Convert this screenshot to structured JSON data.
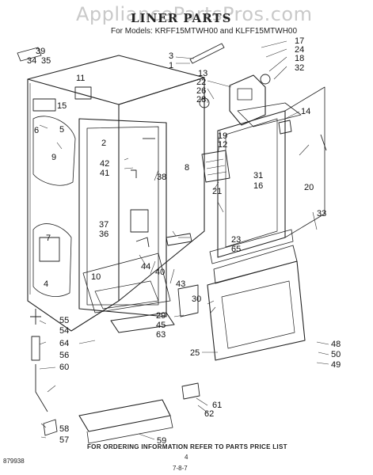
{
  "watermark": "AppliancePartsPros.com",
  "title": "LINER PARTS",
  "subtitle": "For Models: KRFF15MTWH00 and KLFF15MTWH00",
  "footer_note": "FOR ORDERING INFORMATION REFER TO PARTS PRICE LIST",
  "page_number": "4",
  "doc_code": "879938",
  "date_mark": "7-8-7",
  "callouts": [
    "39",
    "34",
    "35",
    "3",
    "1",
    "11",
    "13",
    "17",
    "24",
    "18",
    "32",
    "22",
    "26",
    "28",
    "15",
    "5",
    "9",
    "6",
    "2",
    "14",
    "19",
    "12",
    "42",
    "41",
    "38",
    "21",
    "31",
    "16",
    "20",
    "7",
    "37",
    "36",
    "4",
    "8",
    "23",
    "65",
    "33",
    "44",
    "40",
    "43",
    "30",
    "10",
    "29",
    "45",
    "63",
    "55",
    "54",
    "64",
    "56",
    "60",
    "48",
    "50",
    "49",
    "25",
    "61",
    "62",
    "59",
    "58",
    "57"
  ]
}
